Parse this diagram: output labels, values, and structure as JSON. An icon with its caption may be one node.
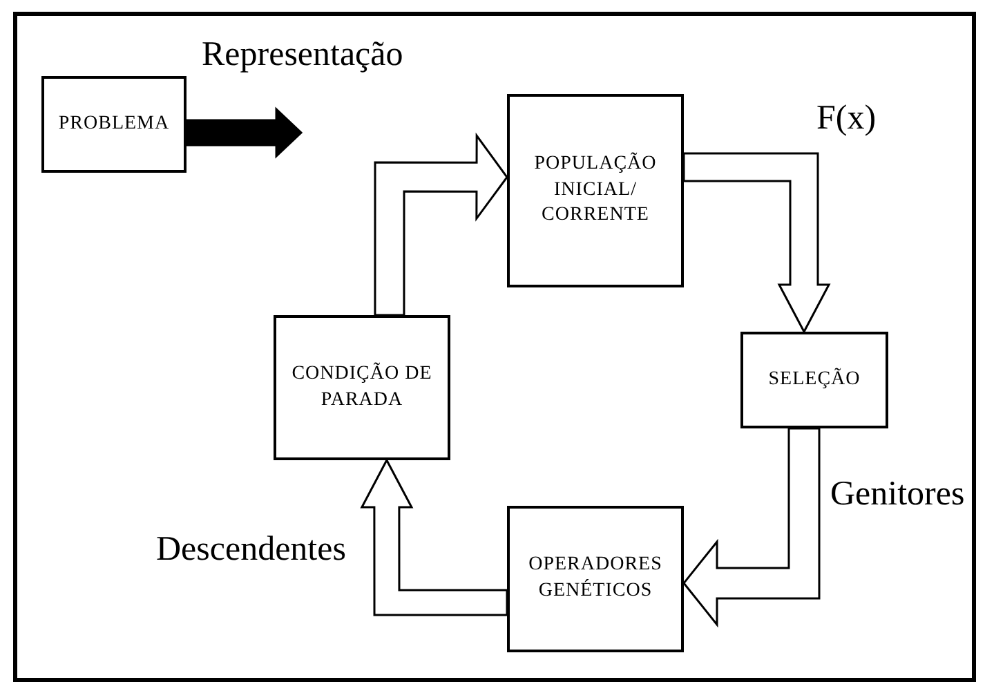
{
  "diagram": {
    "nodes": [
      {
        "text": [
          "PROBLEMA"
        ]
      },
      {
        "text": [
          "POPULAÇÃO INICIAL/ CORRENTE"
        ]
      },
      {
        "text": [
          "SELEÇÃO"
        ]
      },
      {
        "text": [
          "OPERADORES GENÉTICOS"
        ]
      },
      {
        "text": [
          "CONDIÇÃO DE PARADA"
        ]
      }
    ],
    "edges": [
      {
        "from": 0,
        "to": null,
        "arrow": "to",
        "label": "Representação",
        "style": "thick"
      },
      {
        "from": 4,
        "to": 1,
        "arrow": "to"
      },
      {
        "from": 1,
        "to": 2,
        "arrow": "to",
        "label": "F(x)"
      },
      {
        "from": 2,
        "to": 3,
        "arrow": "to",
        "label": "Genitores"
      },
      {
        "from": 3,
        "to": 4,
        "arrow": "to",
        "label": "Descendentes"
      }
    ]
  }
}
